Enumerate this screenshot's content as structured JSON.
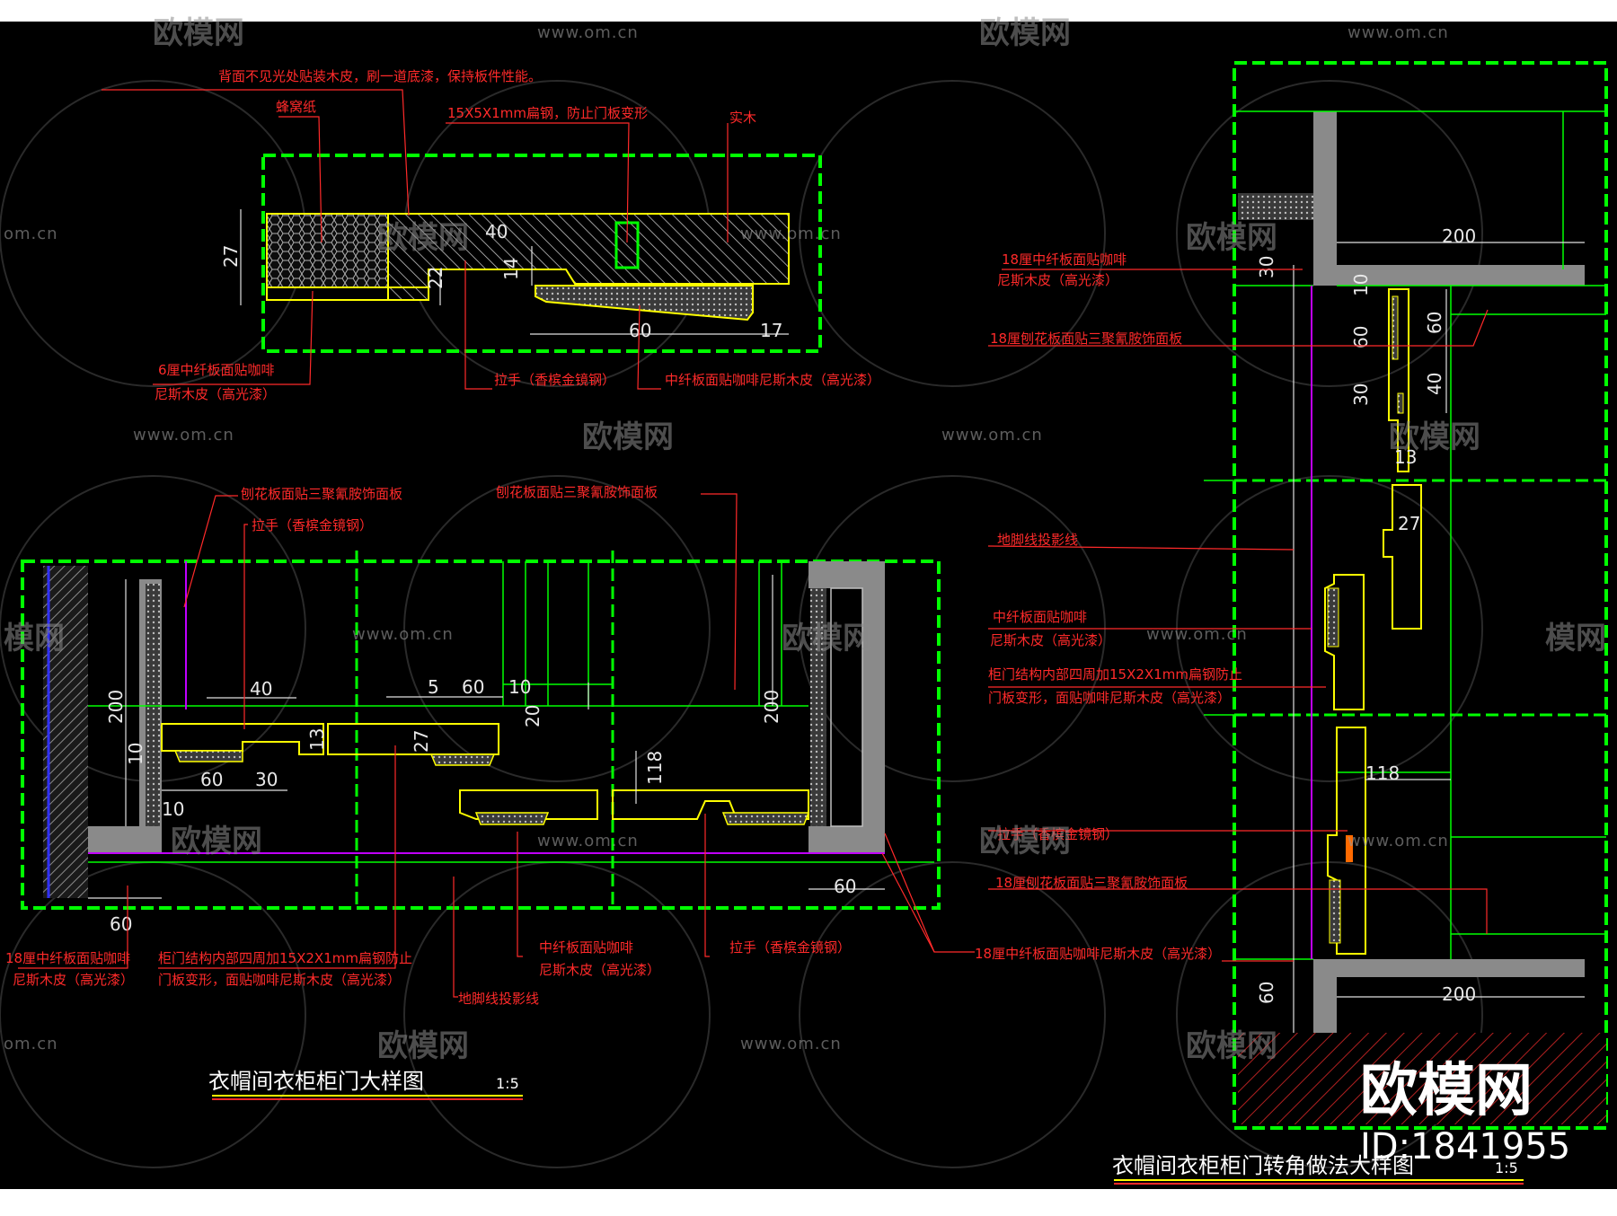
{
  "colors": {
    "background": "#000000",
    "frame_green": "#00ff00",
    "annotation_red": "#ff2a2a",
    "outline_yellow": "#ffff00",
    "hatch_gray": "#8a8a8a",
    "line_magenta": "#c000ff",
    "line_blue": "#3030ff"
  },
  "watermark": {
    "brand": "欧模网",
    "url": "www.om.cn",
    "url_short": "om.cn",
    "partial_brand": "模网"
  },
  "drawings": {
    "top_detail": {
      "annotations": {
        "back_note": "背面不见光处贴装木皮，刷一道底漆，保持板件性能。",
        "paper": "蜂窝纸",
        "steel": "15X5X1mm扁钢，防止门板变形",
        "veneer": "实木",
        "mdf_6": "6厘中纤板面贴咖啡",
        "mdf_6_b": "尼斯木皮（高光漆）",
        "handle": "拉手（香槟金镜钢）",
        "mdf_face": "中纤板面贴咖啡尼斯木皮（高光漆）"
      },
      "dims": [
        "27",
        "40",
        "22",
        "14",
        "60",
        "17"
      ]
    },
    "bottom_detail": {
      "annotations": {
        "panel_a": "刨花板面贴三聚氰胺饰面板",
        "handle_a": "拉手（香槟金镜钢）",
        "panel_b": "刨花板面贴三聚氰胺饰面板",
        "mdf18_a": "18厘中纤板面贴咖啡",
        "mdf18_a2": "尼斯木皮（高光漆）",
        "door_note": "柜门结构内部四周加15X2X1mm扁钢防止",
        "door_note2": "门板变形，面贴咖啡尼斯木皮（高光漆）",
        "mdf_b": "中纤板面贴咖啡",
        "mdf_b2": "尼斯木皮（高光漆）",
        "handle_b": "拉手（香槟金镜钢）",
        "led": "地脚线投影线",
        "mdf18_b": "18厘中纤板面贴咖啡尼斯木皮（高光漆）"
      },
      "dims": [
        "200",
        "40",
        "10",
        "60",
        "30",
        "10",
        "5",
        "60",
        "10",
        "27",
        "13",
        "20",
        "118",
        "200",
        "60",
        "60"
      ],
      "title": "衣帽间衣柜柜门大样图",
      "scale": "1:5"
    },
    "right_detail": {
      "annotations": {
        "mdf18": "18厘中纤板面贴咖啡",
        "mdf18_b": "尼斯木皮（高光漆）",
        "panel18": "18厘刨花板面贴三聚氰胺饰面板",
        "led": "地脚线投影线",
        "mdf": "中纤板面贴咖啡",
        "mdf_b": "尼斯木皮（高光漆）",
        "door": "柜门结构内部四周加15X2X1mm扁钢防止",
        "door_b": "门板变形，面贴咖啡尼斯木皮（高光漆）",
        "handle": "拉手（香槟金镜钢）",
        "panel18_b": "18厘刨花板面贴三聚氰胺饰面板"
      },
      "dims": [
        "200",
        "30",
        "10",
        "60",
        "60",
        "30",
        "40",
        "13",
        "27",
        "118",
        "60",
        "200"
      ],
      "title": "衣帽间衣柜柜门转角做法大样图",
      "scale": "1:5"
    }
  },
  "brand_badge": {
    "name": "欧模网",
    "id": "ID:1841955"
  }
}
